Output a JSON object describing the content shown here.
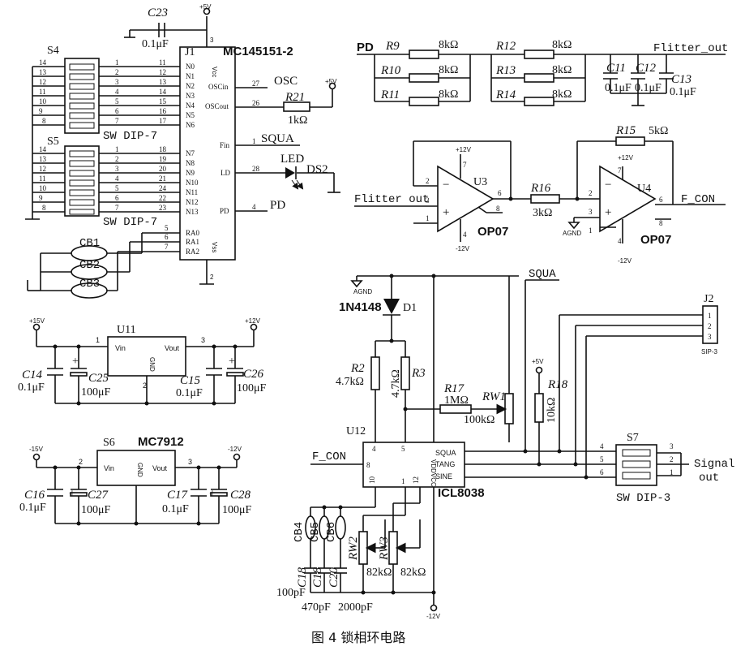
{
  "caption": "图 4  锁相环电路",
  "power": {
    "p5v": "+5V",
    "p12v": "+12V",
    "m12v": "-12V",
    "p15v": "+15V",
    "m15v": "-15V",
    "agnd": "AGND"
  },
  "top_left": {
    "c23": "C23",
    "c23_val": "0.1μF",
    "j1": "J1",
    "mc_name": "MC145151-2",
    "vcc": "Vcc",
    "vss": "Vss",
    "s4": "S4",
    "s5": "S5",
    "sw_dip7_a": "SW DIP-7",
    "sw_dip7_b": "SW DIP-7",
    "pins_n": [
      "N0",
      "N1",
      "N2",
      "N3",
      "N4",
      "N5",
      "N6",
      "N7",
      "N8",
      "N9",
      "N10",
      "N11",
      "N12",
      "N13"
    ],
    "pins_n_num": [
      "11",
      "12",
      "13",
      "14",
      "15",
      "16",
      "17",
      "18",
      "19",
      "20",
      "21",
      "24",
      "22",
      "23"
    ],
    "pins_s4_left": [
      "14",
      "13",
      "12",
      "11",
      "10",
      "9",
      "8"
    ],
    "pins_s4_right": [
      "1",
      "2",
      "3",
      "4",
      "5",
      "6",
      "7"
    ],
    "pins_s5_left": [
      "14",
      "13",
      "12",
      "11",
      "10",
      "9",
      "8"
    ],
    "pins_s5_right": [
      "1",
      "2",
      "3",
      "4",
      "5",
      "6",
      "7"
    ],
    "oscin": "OSCin",
    "oscout": "OSCout",
    "fin": "Fin",
    "ld": "LD",
    "pd": "PD",
    "ra0": "RA0",
    "ra1": "RA1",
    "ra2": "RA2",
    "pin3": "3",
    "pin27": "27",
    "pin26": "26",
    "pin1": "1",
    "pin28": "28",
    "pin4": "4",
    "pin5": "5",
    "pin6": "6",
    "pin7": "7",
    "pin2": "2",
    "osc": "OSC",
    "r21": "R21",
    "r21_val": "1kΩ",
    "squa": "SQUA",
    "led": "LED",
    "ds2": "DS2",
    "pd_net": "PD",
    "cb1": "CB1",
    "cb2": "CB2",
    "cb3": "CB3"
  },
  "filter": {
    "pd": "PD",
    "r9": "R9",
    "r10": "R10",
    "r11": "R11",
    "r12": "R12",
    "r13": "R13",
    "r14": "R14",
    "rval": "8kΩ",
    "c11": "C11",
    "c12": "C12",
    "c13": "C13",
    "cval": "0.1μF",
    "out": "Flitter_out"
  },
  "opamps": {
    "in_label": "Flitter out",
    "u3": "U3",
    "u4": "U4",
    "op07": "OP07",
    "r15": "R15",
    "r15_val": "5kΩ",
    "r16": "R16",
    "r16_val": "3kΩ",
    "f_con": "F_CON",
    "u3_pins": [
      "2",
      "3",
      "7",
      "4",
      "1",
      "8",
      "6"
    ],
    "u4_pins": [
      "2",
      "3",
      "7",
      "4",
      "1",
      "8",
      "6"
    ]
  },
  "regulators": {
    "u11": "U11",
    "vin": "Vin",
    "vout": "Vout",
    "gnd": "GND",
    "p1": "1",
    "p2": "2",
    "p3": "3",
    "c14": "C14",
    "c14_val": "0.1μF",
    "c25": "C25",
    "c25_val": "100μF",
    "c15": "C15",
    "c15_val": "0.1μF",
    "c26": "C26",
    "c26_val": "100μF",
    "s6": "S6",
    "mc7912": "MC7912",
    "c16": "C16",
    "c16_val": "0.1μF",
    "c27": "C27",
    "c27_val": "100μF",
    "c17": "C17",
    "c17_val": "0.1μF",
    "c28": "C28",
    "c28_val": "100μF"
  },
  "icl": {
    "agnd": "AGND",
    "d1": "D1",
    "d1_part": "1N4148",
    "r2": "R2",
    "r2_val": "4.7kΩ",
    "r3": "R3",
    "r3_val": "4.7kΩ",
    "r17": "R17",
    "r17_val": "1MΩ",
    "rw1": "RW1",
    "rw1_val": "100kΩ",
    "r18": "R18",
    "r18_val": "10kΩ",
    "squa": "SQUA",
    "u12": "U12",
    "f_con": "F_CON",
    "name": "ICL8038",
    "vdd": "VDDVCC",
    "out_squa": "SQUA",
    "out_tang": "TANG",
    "out_sine": "SINE",
    "pins": [
      "4",
      "5",
      "8",
      "10",
      "1",
      "12"
    ],
    "j2": "J2",
    "j2_pins": [
      "1",
      "2",
      "3"
    ],
    "sip3": "SIP-3",
    "s7": "S7",
    "s7_left": [
      "4",
      "5",
      "6"
    ],
    "s7_right": [
      "3",
      "2",
      "1"
    ],
    "sw_dip3": "SW DIP-3",
    "signal1": "Signal",
    "signal2": "out",
    "cb4": "CB4",
    "cb5": "CB5",
    "cb6": "CB6",
    "c18a": "C18",
    "c18b": "C18",
    "c20": "C20",
    "c_100p": "100pF",
    "c_470p": "470pF",
    "c_2000p": "2000pF",
    "rw2": "RW2",
    "rw3": "RW3",
    "rw_val": "82kΩ"
  }
}
